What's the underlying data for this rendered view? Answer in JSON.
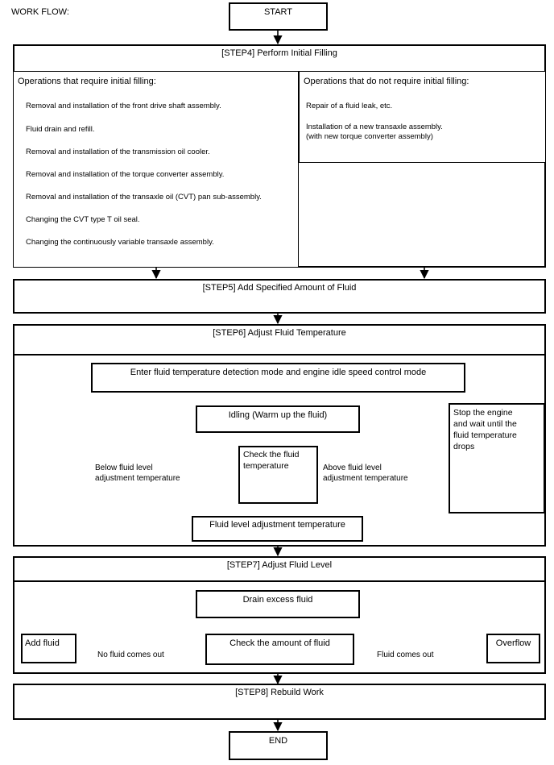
{
  "page": {
    "work_flow_title": "WORK FLOW:"
  },
  "nodes": {
    "start": "START",
    "end": "END",
    "step4_title": "[STEP4] Perform Initial Filling",
    "step5_title": "[STEP5] Add Specified Amount of Fluid",
    "step6_title": "[STEP6] Adjust Fluid Temperature",
    "step7_title": "[STEP7] Adjust Fluid Level",
    "step8_title": "[STEP8] Rebuild Work",
    "require_heading": "Operations that require initial filling:",
    "not_require_heading": "Operations that do not require initial filling:",
    "enter_mode": "Enter fluid temperature detection mode and engine idle speed control mode",
    "idling": "Idling (Warm up the fluid)",
    "check_fluid_temp": "Check the fluid\ntemperature",
    "fluid_level_adj_temp": "Fluid level adjustment temperature",
    "stop_engine": "Stop the engine\nand wait until the\nfluid temperature\ndrops",
    "drain_excess": "Drain excess fluid",
    "check_amount": "Check the amount of fluid",
    "add_fluid": "Add fluid",
    "overflow": "Overflow"
  },
  "require_list": [
    "Removal and installation of the front drive shaft assembly.",
    "Fluid drain and refill.",
    "Removal and installation of the transmission oil cooler.",
    "Removal and installation of the torque converter assembly.",
    "Removal and installation of the transaxle oil (CVT) pan sub-assembly.",
    "Changing the CVT type T oil seal.",
    "Changing the continuously variable transaxle assembly."
  ],
  "not_require_list": [
    "Repair of a fluid leak, etc.",
    "Installation of a new transaxle assembly.\n(with new torque converter assembly)"
  ],
  "edge_labels": {
    "below_temp": "Below fluid level\nadjustment temperature",
    "above_temp": "Above fluid level\nadjustment temperature",
    "no_fluid": "No fluid comes out",
    "fluid_out": "Fluid comes out"
  },
  "colors": {
    "stroke": "#000000",
    "background": "#ffffff",
    "text": "#000000"
  }
}
